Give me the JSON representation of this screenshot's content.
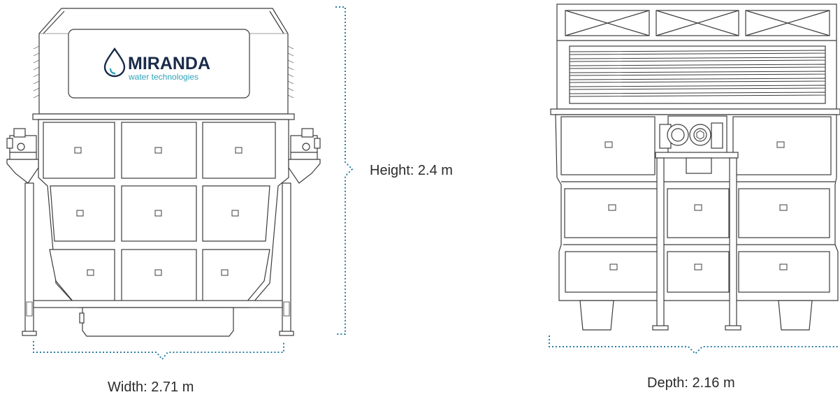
{
  "brand": {
    "name": "MIRANDA",
    "tagline": "water technologies"
  },
  "dimensions": {
    "width": "Width: 2.71 m",
    "height": "Height: 2.4 m",
    "depth": "Depth: 2.16 m"
  },
  "colors": {
    "line": "#3c3c3c",
    "panel_fill": "#ffffff",
    "dimension_dots": "#2b7fa6",
    "brand_dark": "#1a2b4a",
    "brand_teal": "#2ea3b8",
    "label_text": "#2b2b2b"
  }
}
